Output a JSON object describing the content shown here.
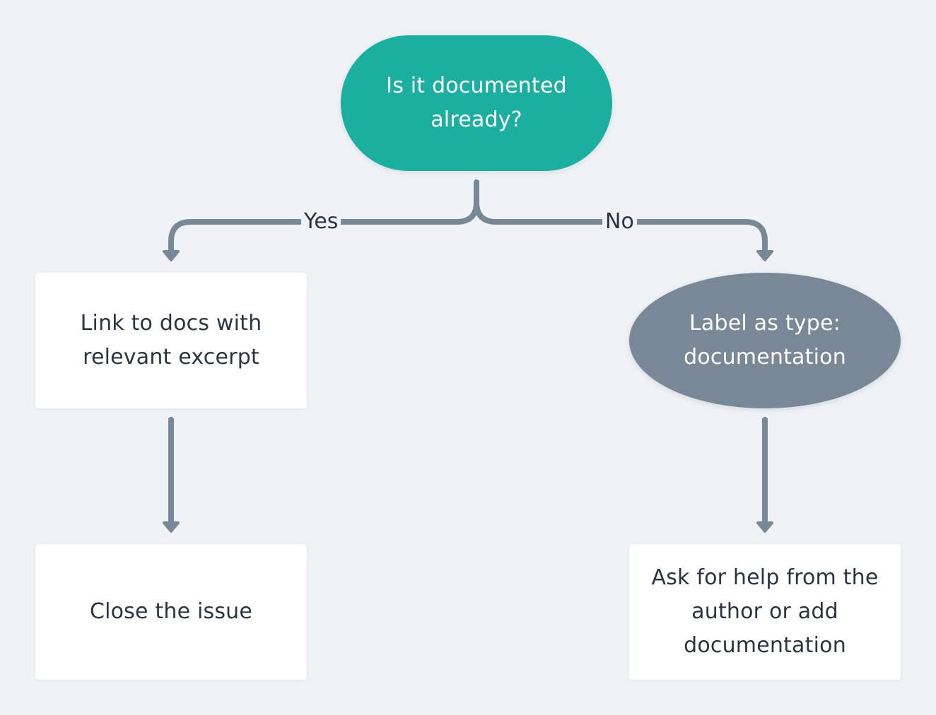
{
  "diagram": {
    "decision": {
      "text": "Is it documented\nalready?"
    },
    "branches": {
      "yes": "Yes",
      "no": "No"
    },
    "yes_path": {
      "step1": "Link to docs with\n relevant excerpt",
      "step2": "Close the issue"
    },
    "no_path": {
      "step1": "Label as type:\ndocumentation",
      "step2": "Ask for help from the\nauthor or add\ndocumentation"
    }
  },
  "colors": {
    "background": "#f0f3f6",
    "decision_fill": "#1aaf9f",
    "label_fill": "#798897",
    "connector": "#798897",
    "box_fill": "#ffffff",
    "text": "#2a3443"
  }
}
